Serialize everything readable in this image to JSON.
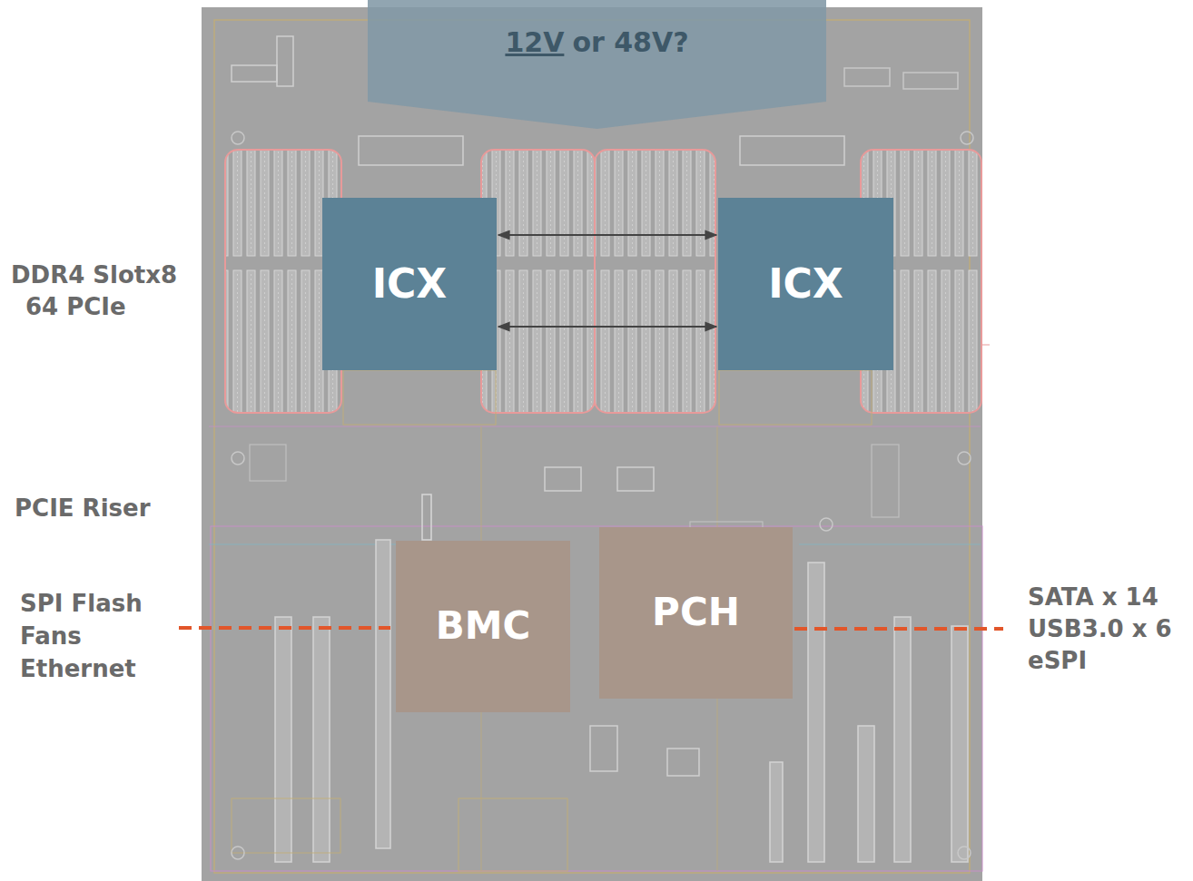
{
  "diagram": {
    "nodes": [
      {
        "text": [
          "12V",
          "or 48V?"
        ]
      },
      {
        "text": [
          "ICX"
        ]
      },
      {
        "text": [
          "ICX"
        ]
      },
      {
        "text": [
          "BMC"
        ]
      },
      {
        "text": [
          "PCH"
        ]
      }
    ],
    "edges": [
      {
        "from": 1,
        "to": 2,
        "arrow": "both"
      },
      {
        "from": 1,
        "to": 2,
        "arrow": "both"
      }
    ],
    "labels": [
      "DDR4 Slotx8",
      "64 PCIe",
      "PCIE Riser",
      "SPI Flash",
      "Fans",
      "Ethernet",
      "SATA x 14",
      "USB3.0 x 6",
      "eSPI"
    ]
  }
}
